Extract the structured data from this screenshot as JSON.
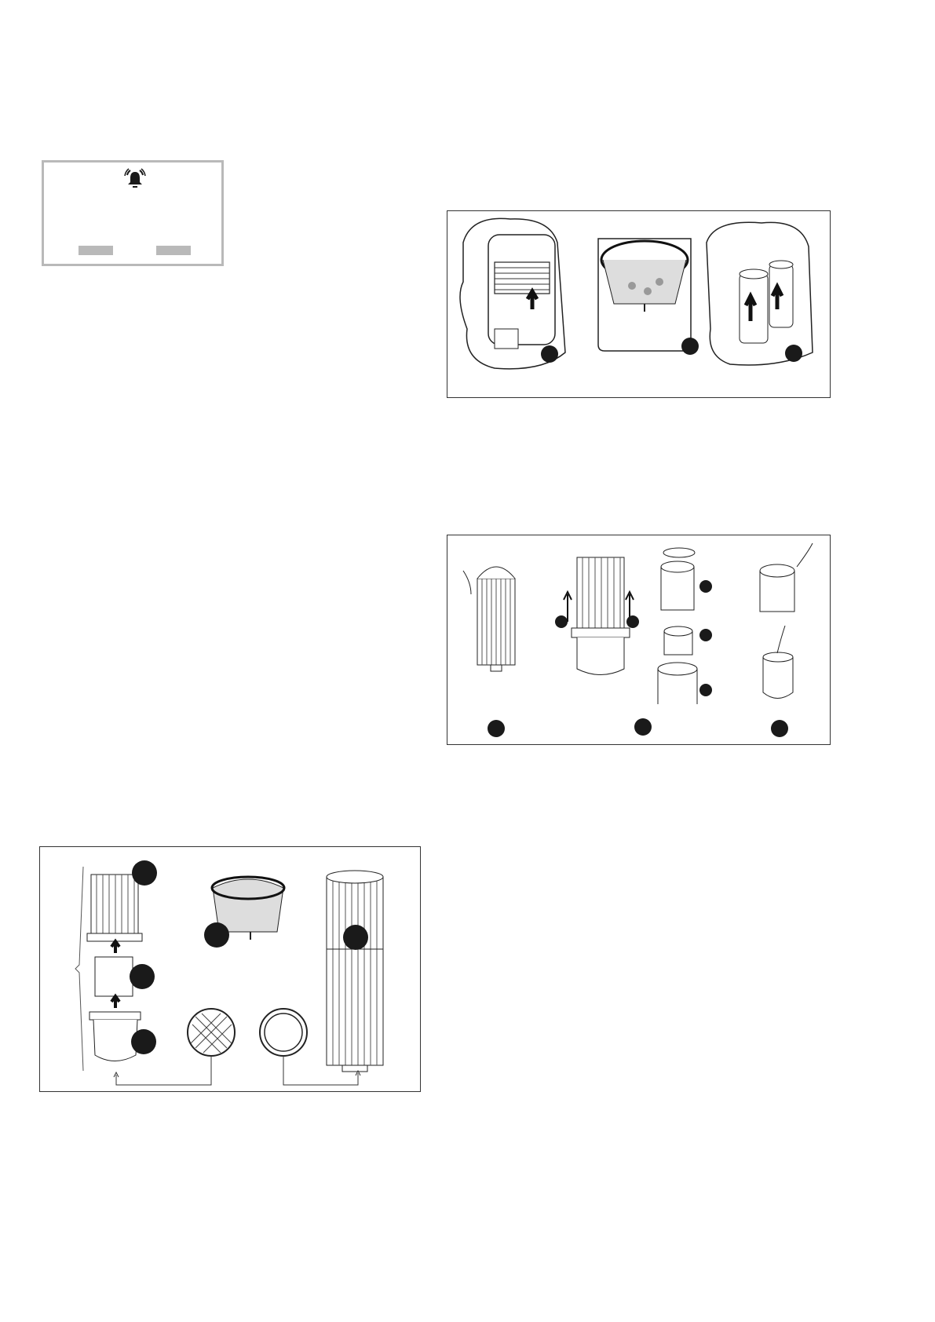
{
  "alert": {
    "icon": "alarm-bell-icon",
    "buttons": [
      "",
      ""
    ]
  },
  "figures": [
    {
      "id": "skimmer-removal-figure",
      "steps": 3
    },
    {
      "id": "cartridge-cleaning-figure",
      "steps": 3
    },
    {
      "id": "filter-parts-figure",
      "steps": 5
    }
  ],
  "colors": {
    "frame": "#333333",
    "alert_border": "#b9b9b9",
    "badge": "#1a1a1a"
  }
}
